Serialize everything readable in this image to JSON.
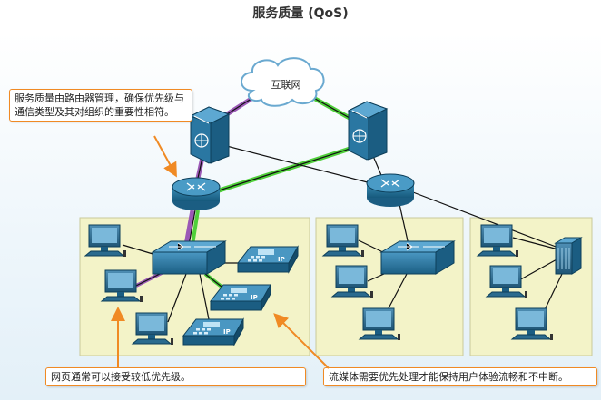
{
  "title": "服务质量 (QoS)",
  "cloud_label": "互联网",
  "callouts": {
    "qos": "服务质量由路由器管理，确保优先级与通信类型及其对组织的重要性相符。",
    "web": "网页通常可以接受较低优先级。",
    "stream": "流媒体需要优先处理才能保持用户体验流畅和不中断。"
  },
  "phone_label": "IP",
  "colors": {
    "callout_border": "#f08a24",
    "lan_background": "#f3f3c8",
    "router": "#1f6f96",
    "switch": "#2d7aa3",
    "link_green": "#4fcf3a",
    "link_purple": "#9b59b6"
  }
}
